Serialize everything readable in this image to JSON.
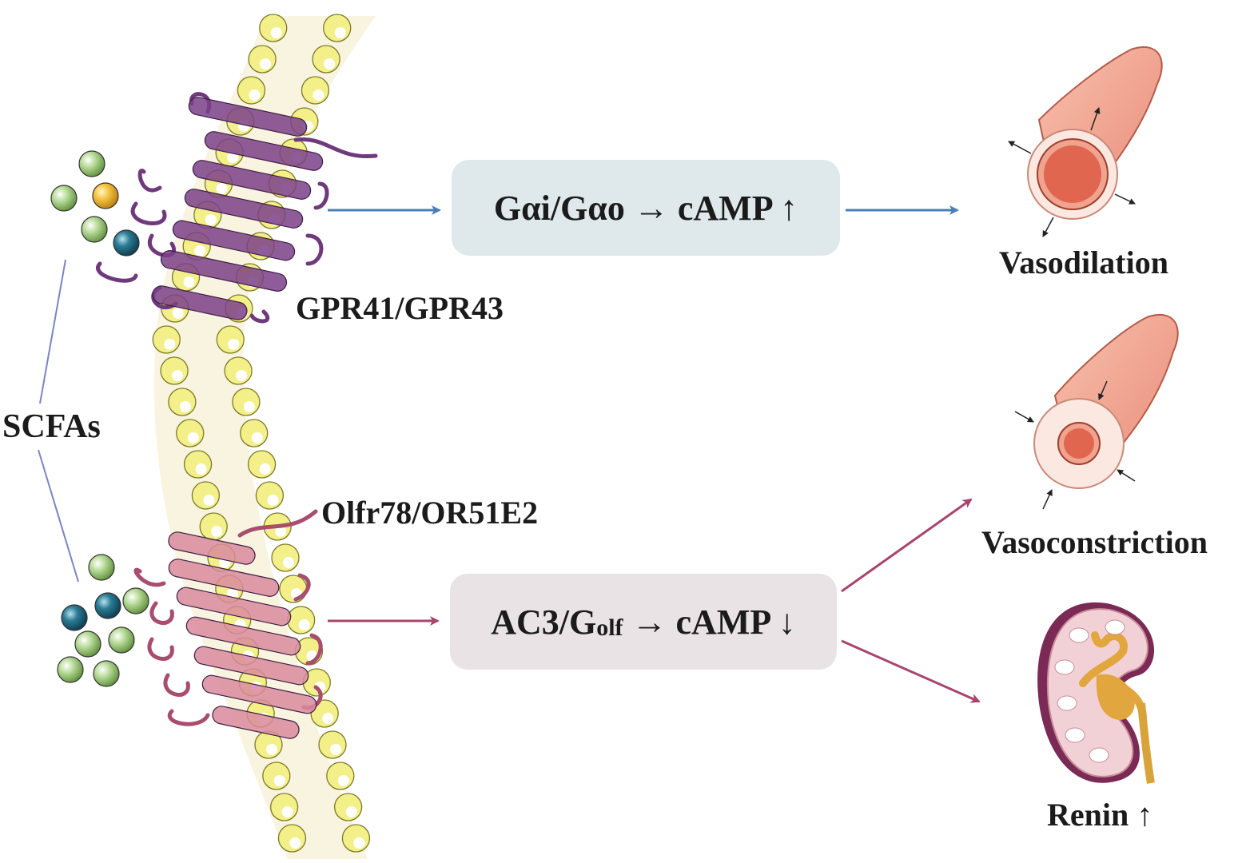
{
  "labels": {
    "scfas": "SCFAs",
    "receptor_top": "GPR41/GPR43",
    "receptor_bottom": "Olfr78/OR51E2",
    "vasodilation": "Vasodilation",
    "vasoconstriction": "Vasoconstriction",
    "renin": "Renin",
    "renin_arrow": "↑"
  },
  "pathway_top": {
    "text": "Gαi/Gαo → cAMP ↑",
    "color": "#dfe8ea",
    "arrow_color": "#4a7fb5"
  },
  "pathway_bottom": {
    "prefix": "AC3/G",
    "subscript": "olf",
    "suffix": " → cAMP ↓",
    "color": "#e9e3e6",
    "arrow_color": "#a8456e"
  },
  "colors": {
    "lipid": "#f3f08a",
    "receptor_top": "#7b3f88",
    "receptor_bottom": "#d98a9c",
    "vessel": "#f0a38e"
  },
  "icons": [
    "lipid-bilayer",
    "scfa-molecule",
    "blood-vessel-icon",
    "kidney-icon"
  ]
}
